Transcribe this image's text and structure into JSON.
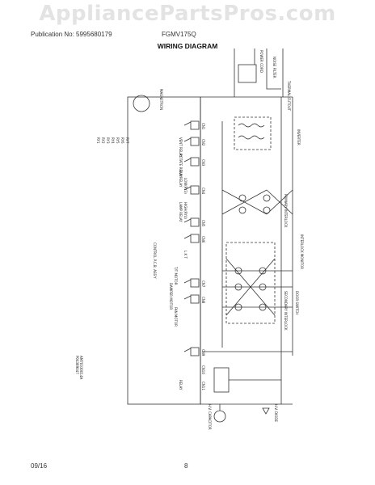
{
  "watermark": "AppliancePartsPros.com",
  "header": {
    "publication": "Publication No: 5995680179",
    "model": "FGMV175Q",
    "title": "WIRING DIAGRAM"
  },
  "footer": {
    "date": "09/16",
    "page": "8"
  },
  "diagram_labels": {
    "vent_relay": "VENT RELAY",
    "rotate_relay": "ROTATE RELAY",
    "fan_relay": "FAN RELAY",
    "lamp_relay": "LAMP RELAY",
    "lamp_low": "LOW(RY3)",
    "lamp_high": "HIGH(RY4)",
    "lkt": "L K T",
    "control_pcb": "CONTROL P.C.B. ASS'Y",
    "inverter": "INVERTER",
    "interlock_monitor": "INTERLOCK MONITOR",
    "thermal_cutout": "THERMAL CUTOUT",
    "noise_filter": "NOISE FILTER",
    "power_cord": "POWER CORD",
    "magnetron": "MAGNETRON",
    "damper_motor": "DAMPER MOTOR",
    "turntable_motor": "T/T MOTOR",
    "fan_motor": "FAN MOTOR",
    "h_v_diode": "H.V. DIODE",
    "h_v_capacitor": "H.V. CAPACITOR",
    "door_switch": "DOOR SWITCH",
    "primary_interlock": "PRIMARY INTERLOCK",
    "secondary_interlock": "SECONDARY INTERLOCK",
    "relay_label": "RELAY",
    "part_code_1": "P04389047",
    "part_code_2": "AM70330014A"
  },
  "connector_labels": [
    "CN1",
    "CN2",
    "CN3",
    "CN4",
    "CN5",
    "CN6",
    "CN7",
    "CN8",
    "CN9",
    "CN10",
    "CN11"
  ],
  "legend_rows": [
    "RY1",
    "RY2",
    "RY3",
    "RY4",
    "RY5",
    "RY6",
    "RY7"
  ]
}
